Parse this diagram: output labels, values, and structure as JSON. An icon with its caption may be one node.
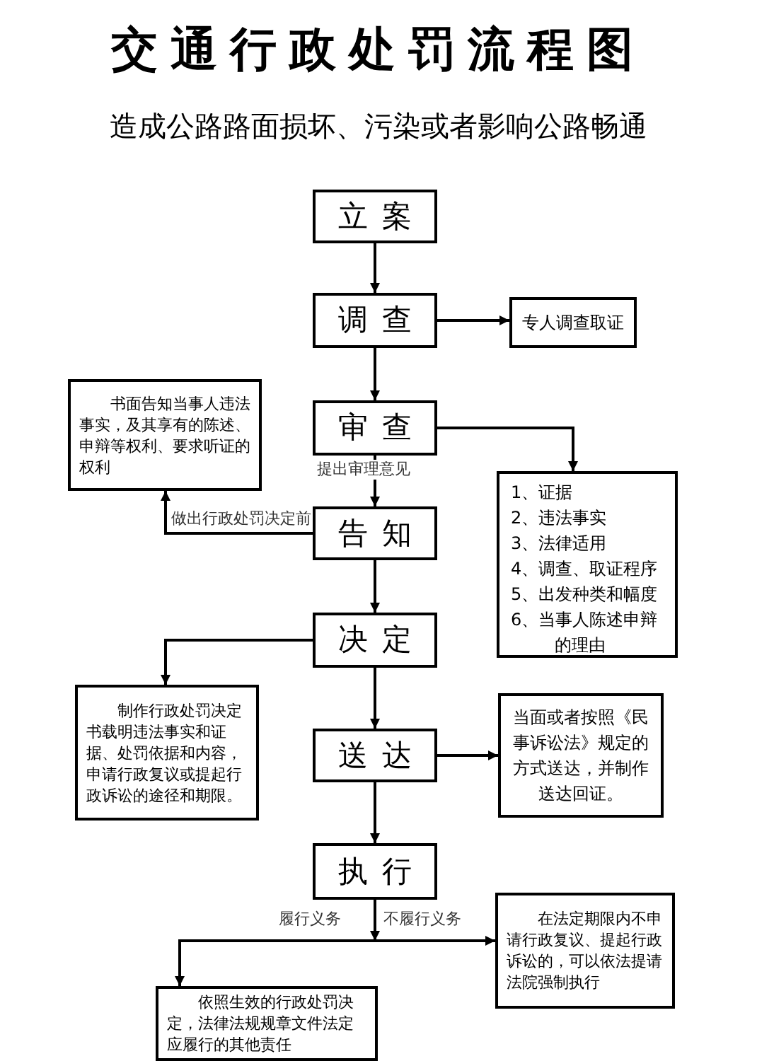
{
  "diagram": {
    "title": "交通行政处罚流程图",
    "caption": "造成公路路面损坏、污染或者影响公路畅通",
    "nodes": [
      {
        "text": [
          "立案"
        ]
      },
      {
        "text": [
          "调查"
        ]
      },
      {
        "text": [
          "专人调查取证"
        ]
      },
      {
        "text": [
          "审查"
        ]
      },
      {
        "text": [
          "书面告知当事人违法事实，及其享有的陈述、申辩等权利、要求听证的权利"
        ]
      },
      {
        "text": [
          "1、证据",
          "2、违法事实",
          "3、法律适用",
          "4、调查、取证程序",
          "5、出发种类和幅度",
          "6、当事人陈述申辩的理由"
        ]
      },
      {
        "text": [
          "告知"
        ]
      },
      {
        "text": [
          "决定"
        ]
      },
      {
        "text": [
          "制作行政处罚决定书载明违法事实和证据、处罚依据和内容，申请行政复议或提起行政诉讼的途径和期限。"
        ]
      },
      {
        "text": [
          "送达"
        ]
      },
      {
        "text": [
          "当面或者按照《民事诉讼法》规定的方式送达，并制作送达回证。"
        ]
      },
      {
        "text": [
          "执行"
        ]
      },
      {
        "text": [
          "在法定期限内不申请行政复议、提起行政诉讼的，可以依法提请法院强制执行"
        ]
      },
      {
        "text": [
          "依照生效的行政处罚决定，法律法规规章文件法定应履行的其他责任"
        ]
      }
    ],
    "edges": [
      {
        "from": 0,
        "to": 1,
        "arrow": "to"
      },
      {
        "from": 1,
        "to": 2,
        "arrow": "to"
      },
      {
        "from": 1,
        "to": 3,
        "arrow": "to"
      },
      {
        "from": 3,
        "to": 5,
        "arrow": "to"
      },
      {
        "from": 3,
        "to": 6,
        "arrow": "to",
        "label": "提出审理意见"
      },
      {
        "from": 6,
        "to": 4,
        "arrow": "to",
        "label": "做出行政处罚决定前"
      },
      {
        "from": 6,
        "to": 7,
        "arrow": "to"
      },
      {
        "from": 7,
        "to": 8,
        "arrow": "to"
      },
      {
        "from": 7,
        "to": 9,
        "arrow": "to"
      },
      {
        "from": 9,
        "to": 10,
        "arrow": "to"
      },
      {
        "from": 9,
        "to": 11,
        "arrow": "to"
      },
      {
        "from": 11,
        "to": 13,
        "arrow": "to",
        "label": "履行义务"
      },
      {
        "from": 11,
        "to": 12,
        "arrow": "to",
        "label": "不履行义务"
      }
    ]
  }
}
